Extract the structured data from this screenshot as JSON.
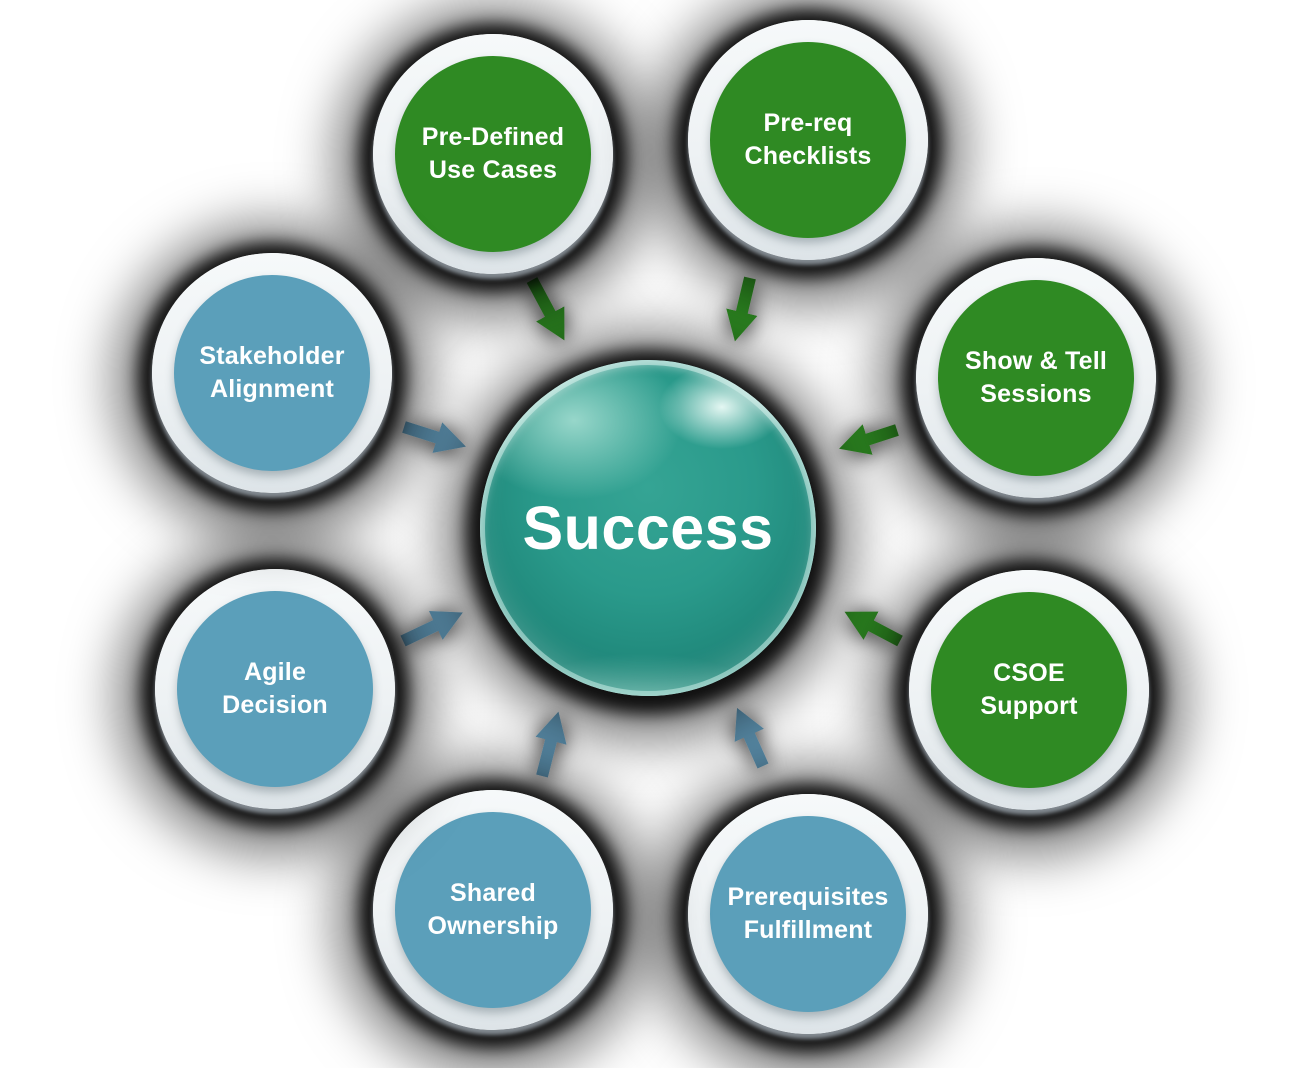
{
  "center": {
    "label": "Success",
    "color": "#2A9A8B"
  },
  "nodes": [
    {
      "label": "Pre-Defined\nUse Cases",
      "color": "#2F8A23",
      "category": "green"
    },
    {
      "label": "Pre-req\nChecklists",
      "color": "#2F8A23",
      "category": "green"
    },
    {
      "label": "Show & Tell\nSessions",
      "color": "#2F8A23",
      "category": "green"
    },
    {
      "label": "CSOE\nSupport",
      "color": "#2F8A23",
      "category": "green"
    },
    {
      "label": "Prerequisites\nFulfillment",
      "color": "#5B9FBA",
      "category": "blue"
    },
    {
      "label": "Shared\nOwnership",
      "color": "#5B9FBA",
      "category": "blue"
    },
    {
      "label": "Agile\nDecision",
      "color": "#5B9FBA",
      "category": "blue"
    },
    {
      "label": "Stakeholder\nAlignment",
      "color": "#5B9FBA",
      "category": "blue"
    }
  ],
  "colors": {
    "green": "#2F8A23",
    "blue": "#5B9FBA",
    "arrow_green": "#2F8A23",
    "arrow_blue": "#5D92B0",
    "ring": "#EDF1F4",
    "label_text": "#FFFFFF"
  }
}
